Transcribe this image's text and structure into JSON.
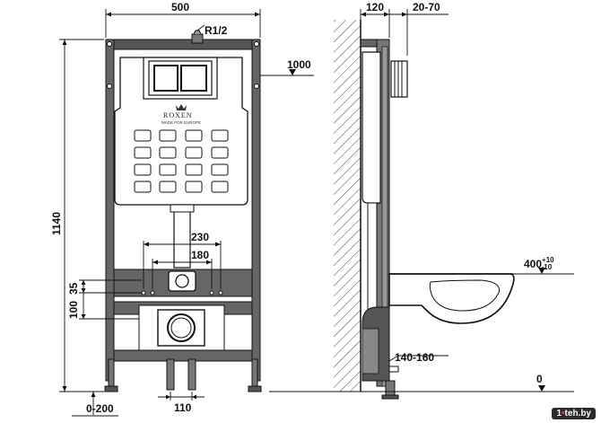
{
  "front": {
    "width": "500",
    "height": "1140",
    "pipe": "R1/2",
    "flush_height": "1000",
    "span_230": "230",
    "span_180": "180",
    "dim_100": "100",
    "dim_35": "35",
    "leg_spacing": "110",
    "foot_adjust": "0-200",
    "brand": "ROXEN",
    "brand_sub": "MADE FOR EUROPE"
  },
  "side": {
    "depth": "120",
    "button_depth": "20-70",
    "bowl_height": "400",
    "bowl_tol_plus": "+10",
    "bowl_tol_minus": "-10",
    "outlet_offset": "140-160",
    "floor": "0"
  },
  "watermark": {
    "prefix": "1",
    "dot": "•",
    "site": "teh.by"
  }
}
